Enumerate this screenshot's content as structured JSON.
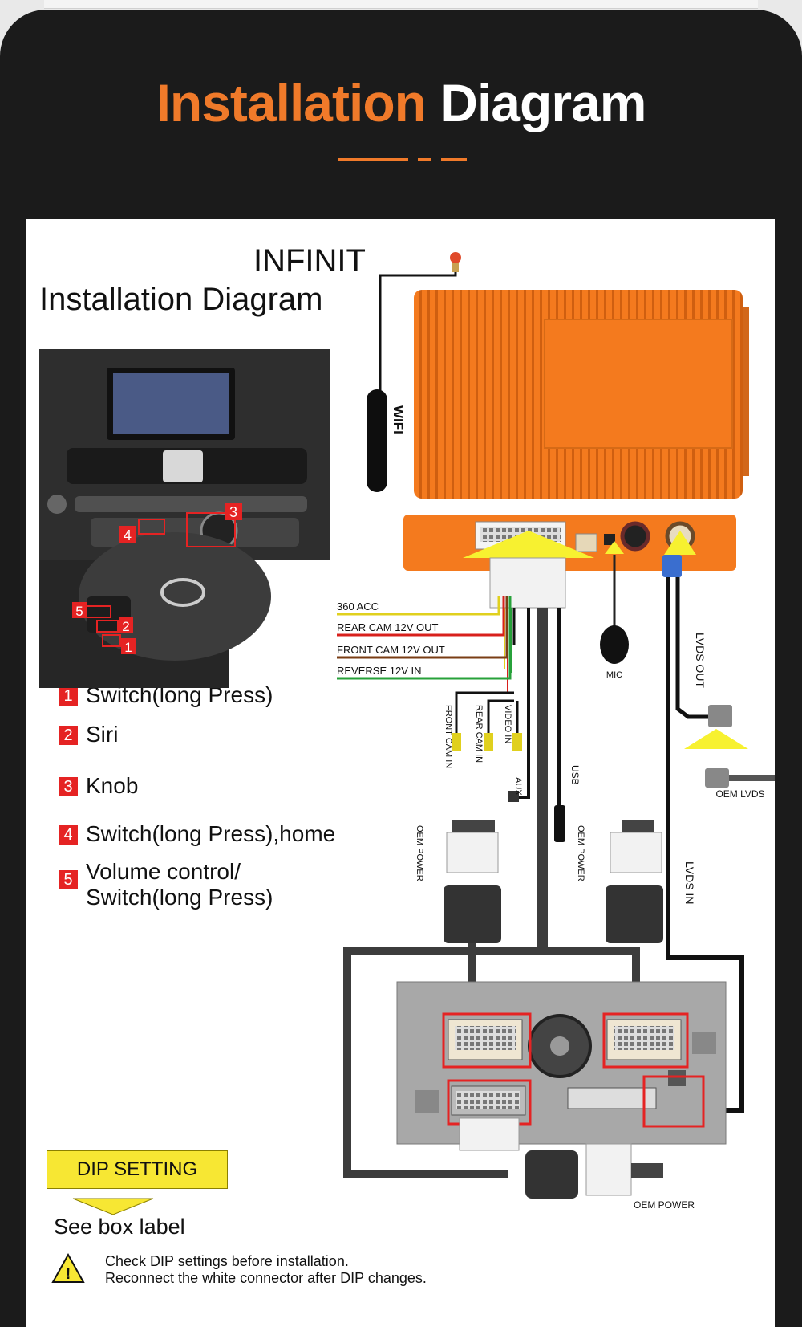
{
  "title": {
    "part1": "Installation",
    "part2": "Diagram"
  },
  "diagram": {
    "header_line1": "INFINIT",
    "header_line2": "Installation Diagram",
    "callouts": [
      "1",
      "2",
      "3",
      "4",
      "5"
    ],
    "legend": [
      {
        "num": "1",
        "text": "Switch(long Press)"
      },
      {
        "num": "2",
        "text": "Siri"
      },
      {
        "num": "3",
        "text": "Knob"
      },
      {
        "num": "4",
        "text": "Switch(long Press),home"
      },
      {
        "num": "5",
        "text": "Volume control/",
        "text2": "Switch(long Press)"
      }
    ],
    "labels": {
      "wifi": "WIFI",
      "acc360": "360 ACC",
      "rear_cam_out": "REAR CAM 12V OUT",
      "front_cam_out": "FRONT CAM 12V OUT",
      "reverse_in": "REVERSE 12V IN",
      "mic": "MIC",
      "lvds_out": "LVDS OUT",
      "front_cam_in": "FRONT CAM IN",
      "rear_cam_in": "REAR CAM IN",
      "video_in": "VIDEO IN",
      "aux": "AUX",
      "usb": "USB",
      "oem_power": "OEM POWER",
      "oem_lvds": "OEM LVDS",
      "lvds_in": "LVDS IN"
    },
    "dip_setting": "DIP SETTING",
    "see_box_label": "See box label",
    "warning_line1": "Check DIP settings before installation.",
    "warning_line2": "Reconnect the white connector after DIP changes.",
    "colors": {
      "accent": "#f07a2a",
      "module": "#f47a1e",
      "wire_yellow": "#e0d01e",
      "wire_red": "#d8201c",
      "wire_brown": "#7a3d14",
      "wire_green": "#27a13a"
    }
  }
}
